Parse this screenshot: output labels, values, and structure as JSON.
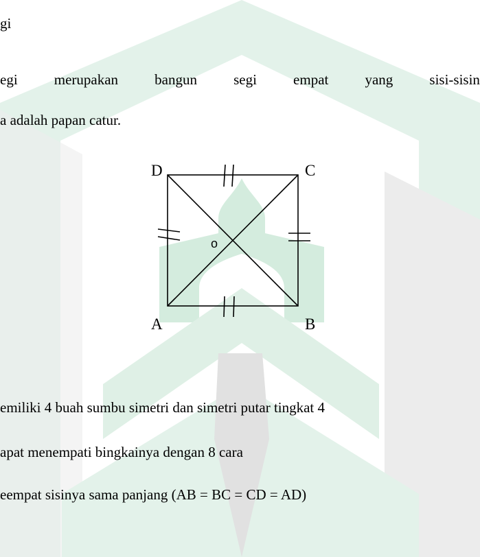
{
  "text_lines": {
    "line_1": "gi",
    "line_2": [
      "egi",
      "merupakan",
      "bangun",
      "segi",
      "empat",
      "yang",
      "sisi-sisin"
    ],
    "line_3": "a adalah papan catur.",
    "line_4": "emiliki 4 buah sumbu simetri dan simetri putar tingkat 4",
    "line_5": "apat menempati bingkainya dengan 8 cara",
    "line_6": "eempat sisinya sama panjang (AB = BC = CD = AD)"
  },
  "figure": {
    "vertex_labels": {
      "a": "A",
      "b": "B",
      "c": "C",
      "d": "D"
    },
    "center_label": "o"
  },
  "colors": {
    "watermark": "#d8eee3",
    "watermark_gray": "#e4e4e4",
    "ink": "#000000"
  }
}
